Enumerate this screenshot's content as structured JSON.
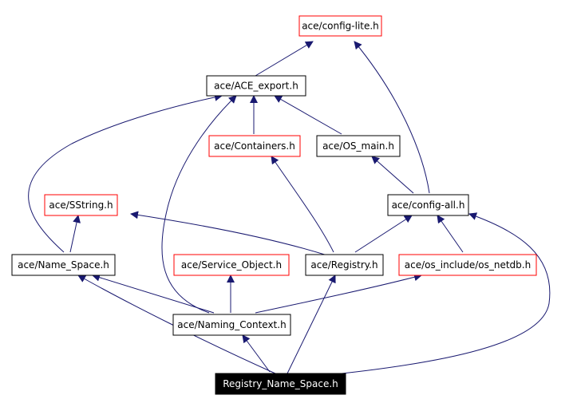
{
  "diagram": {
    "colors": {
      "edge": "#191970",
      "external_border": "#ff0000",
      "internal_border": "#000000",
      "root_fill": "#000000",
      "root_text": "#ffffff"
    },
    "nodes": [
      {
        "id": "config_lite",
        "label": "ace/config-lite.h",
        "kind": "external"
      },
      {
        "id": "ace_export",
        "label": "ace/ACE_export.h",
        "kind": "internal"
      },
      {
        "id": "containers",
        "label": "ace/Containers.h",
        "kind": "external"
      },
      {
        "id": "os_main",
        "label": "ace/OS_main.h",
        "kind": "internal"
      },
      {
        "id": "sstring",
        "label": "ace/SString.h",
        "kind": "external"
      },
      {
        "id": "config_all",
        "label": "ace/config-all.h",
        "kind": "internal"
      },
      {
        "id": "name_space",
        "label": "ace/Name_Space.h",
        "kind": "internal"
      },
      {
        "id": "service_object",
        "label": "ace/Service_Object.h",
        "kind": "external"
      },
      {
        "id": "registry",
        "label": "ace/Registry.h",
        "kind": "internal"
      },
      {
        "id": "os_netdb",
        "label": "ace/os_include/os_netdb.h",
        "kind": "external"
      },
      {
        "id": "naming_context",
        "label": "ace/Naming_Context.h",
        "kind": "internal"
      },
      {
        "id": "root",
        "label": "Registry_Name_Space.h",
        "kind": "root"
      }
    ],
    "edges": [
      {
        "from": "ace_export",
        "to": "config_lite"
      },
      {
        "from": "config_all",
        "to": "config_lite"
      },
      {
        "from": "containers",
        "to": "ace_export"
      },
      {
        "from": "os_main",
        "to": "ace_export"
      },
      {
        "from": "name_space",
        "to": "ace_export"
      },
      {
        "from": "naming_context",
        "to": "ace_export"
      },
      {
        "from": "config_all",
        "to": "os_main"
      },
      {
        "from": "registry",
        "to": "containers"
      },
      {
        "from": "registry",
        "to": "sstring"
      },
      {
        "from": "name_space",
        "to": "sstring"
      },
      {
        "from": "registry",
        "to": "config_all"
      },
      {
        "from": "os_netdb",
        "to": "config_all"
      },
      {
        "from": "root",
        "to": "config_all"
      },
      {
        "from": "naming_context",
        "to": "name_space"
      },
      {
        "from": "root",
        "to": "name_space"
      },
      {
        "from": "naming_context",
        "to": "service_object"
      },
      {
        "from": "root",
        "to": "registry"
      },
      {
        "from": "naming_context",
        "to": "os_netdb"
      },
      {
        "from": "root",
        "to": "naming_context"
      }
    ]
  }
}
